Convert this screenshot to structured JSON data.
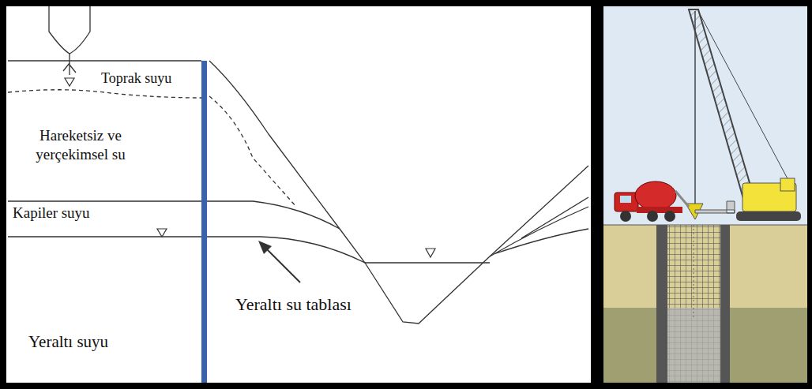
{
  "diagram": {
    "labels": [
      "Toprak suyu",
      "Hareketsiz ve yerçekimsel su",
      "Kapiler suyu",
      "Yeraltı su tablası",
      "Yeraltı suyu"
    ]
  }
}
